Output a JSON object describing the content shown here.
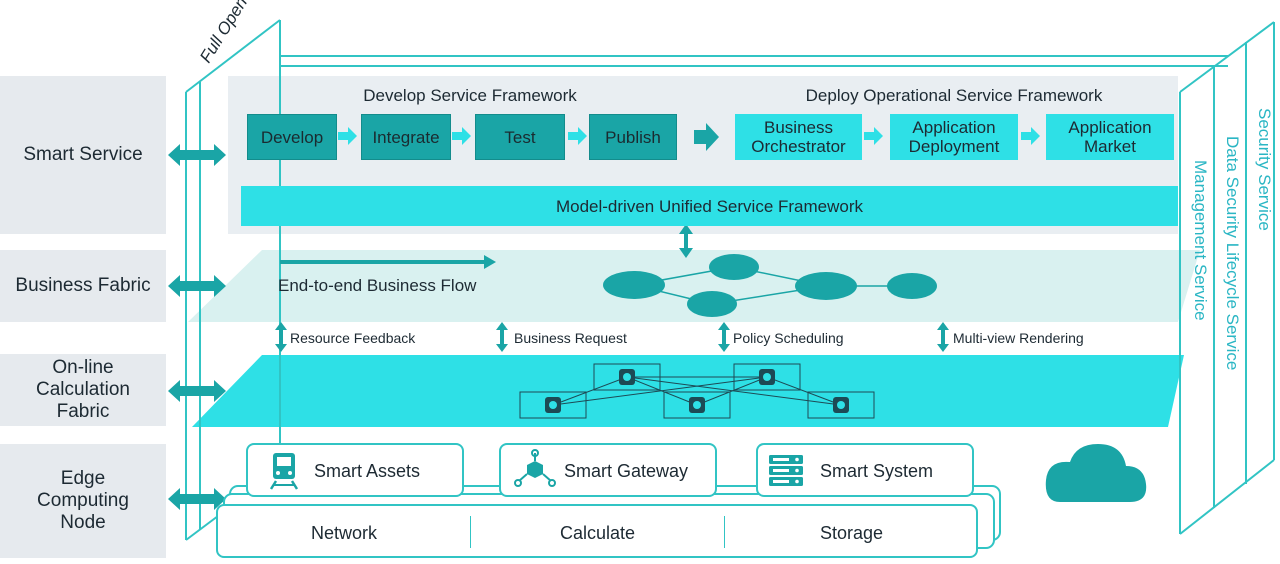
{
  "frame": {
    "corner_label": "Full Open"
  },
  "side_labels": {
    "smart_service": "Smart Service",
    "business_fabric": "Business Fabric",
    "online_calc": [
      "On-line",
      "Calculation",
      "Fabric"
    ],
    "edge_node": [
      "Edge",
      "Computing",
      "Node"
    ]
  },
  "develop": {
    "title": "Develop Service Framework",
    "steps": [
      "Develop",
      "Integrate",
      "Test",
      "Publish"
    ]
  },
  "deploy": {
    "title": "Deploy Operational Service Framework",
    "steps": [
      [
        "Business",
        "Orchestrator"
      ],
      [
        "Application",
        "Deployment"
      ],
      [
        "Application",
        "Market"
      ]
    ]
  },
  "unified_framework": "Model-driven Unified Service Framework",
  "business_flow": "End-to-end Business Flow",
  "connectors": [
    "Resource Feedback",
    "Business Request",
    "Policy Scheduling",
    "Multi-view Rendering"
  ],
  "edge": {
    "smart_assets": "Smart Assets",
    "smart_gateway": "Smart Gateway",
    "smart_system": "Smart System",
    "network": "Network",
    "calculate": "Calculate",
    "storage": "Storage"
  },
  "right_services": [
    "Management Service",
    "Data Security Lifecycle Service",
    "Security Service"
  ],
  "colors": {
    "teal_dark": "#1aa5a6",
    "teal": "#1fb5b4",
    "cyan": "#2ee0e6",
    "accent_text": "#2ab6c4",
    "panel_gray": "#e6eaee"
  }
}
